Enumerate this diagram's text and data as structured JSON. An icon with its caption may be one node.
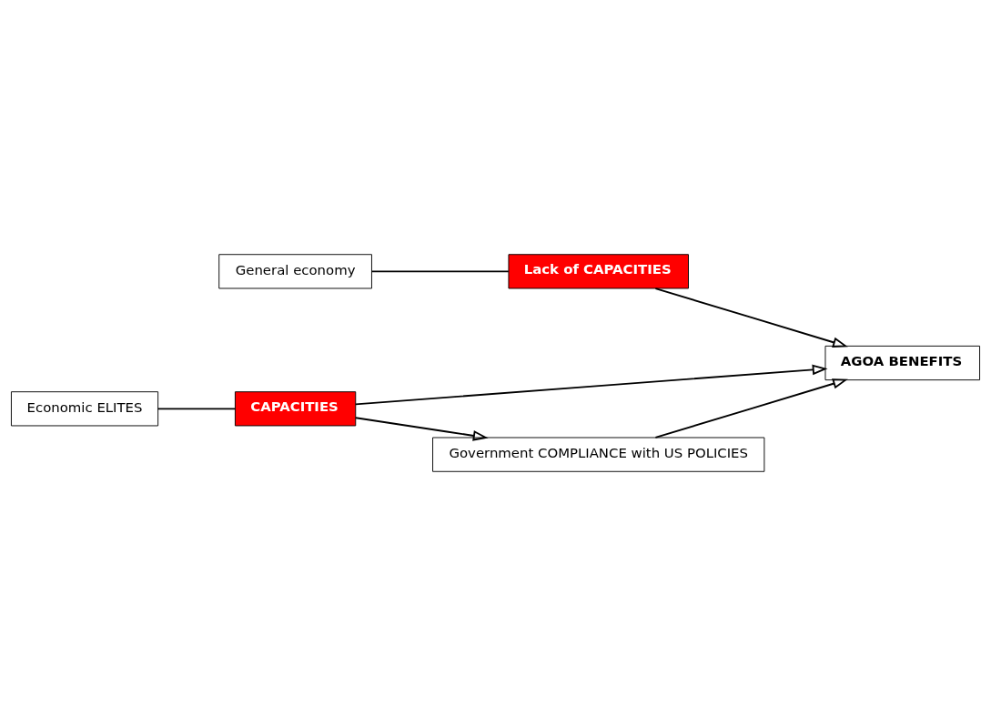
{
  "diagram": {
    "nodes": [
      {
        "text": [
          "General economy"
        ]
      },
      {
        "text": [
          "Lack of CAPACITIES"
        ]
      },
      {
        "text": [
          "AGOA BENEFITS"
        ]
      },
      {
        "text": [
          "Economic ELITES"
        ]
      },
      {
        "text": [
          "CAPACITIES"
        ]
      },
      {
        "text": [
          "Government COMPLIANCE with US POLICIES"
        ]
      }
    ],
    "edges": [
      {
        "from": 0,
        "to": 1,
        "arrow": "none"
      },
      {
        "from": 1,
        "to": 2,
        "arrow": "to"
      },
      {
        "from": 3,
        "to": 4,
        "arrow": "none"
      },
      {
        "from": 4,
        "to": 2,
        "arrow": "to"
      },
      {
        "from": 4,
        "to": 5,
        "arrow": "to"
      },
      {
        "from": 5,
        "to": 2,
        "arrow": "to"
      }
    ]
  }
}
